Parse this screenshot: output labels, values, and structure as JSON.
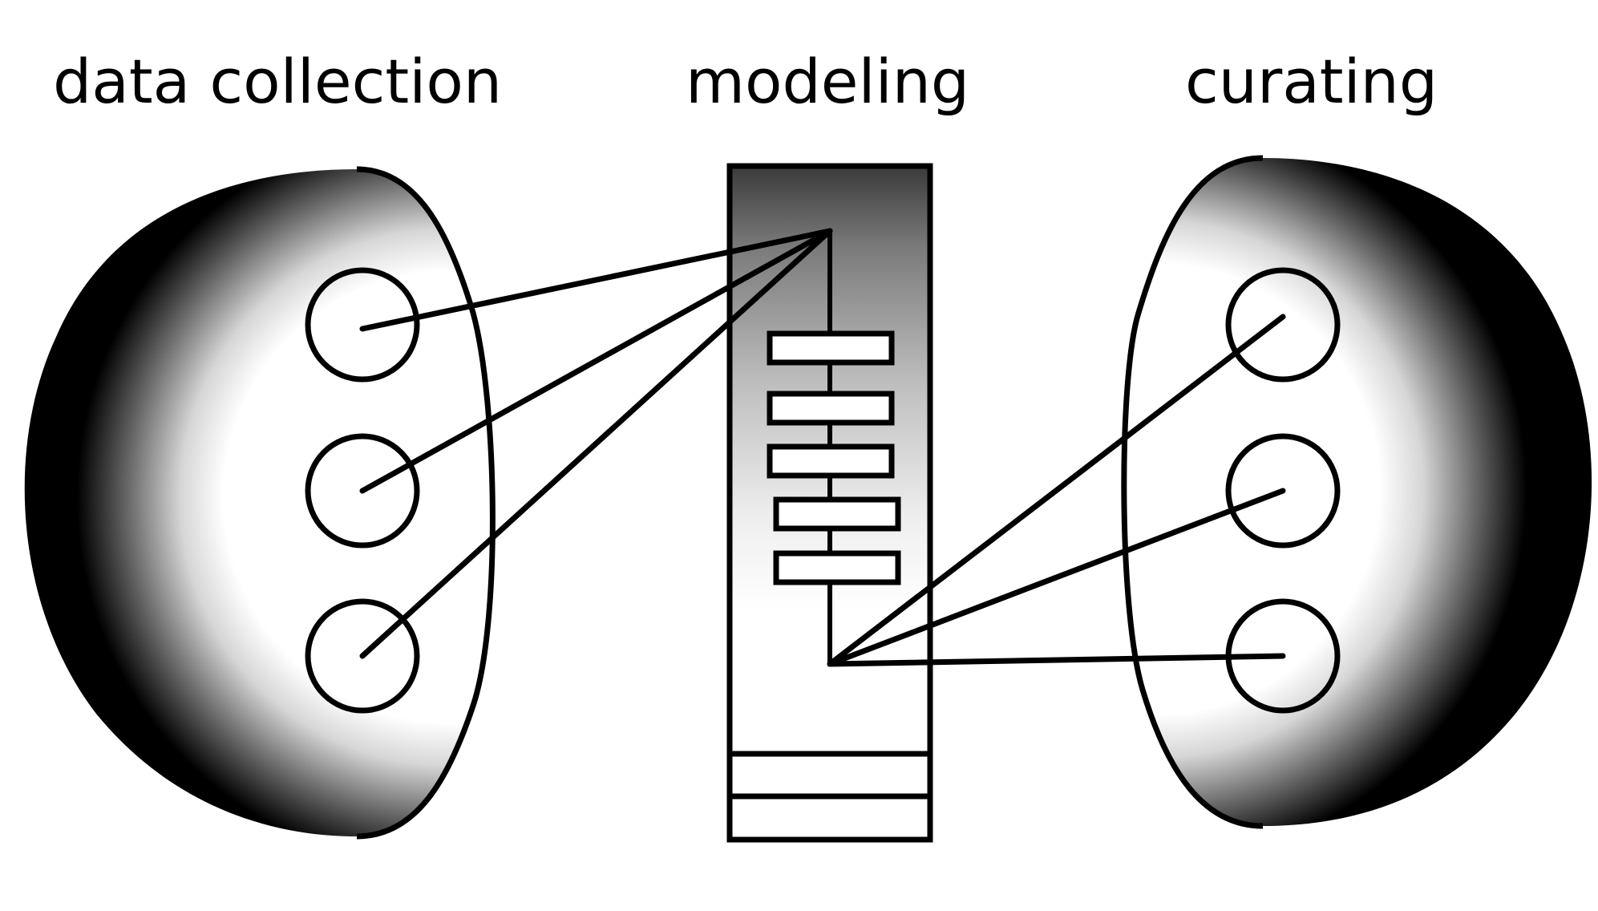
{
  "diagram": {
    "stages": [
      {
        "id": "data-collection",
        "label": "data collection",
        "nodes": 3
      },
      {
        "id": "modeling",
        "label": "modeling",
        "layers": 5,
        "footer_rows": 2
      },
      {
        "id": "curating",
        "label": "curating",
        "nodes": 3
      }
    ],
    "colors": {
      "stroke": "#000000",
      "background": "#ffffff",
      "gradient_dark": "#000000",
      "gradient_light": "#ffffff"
    }
  }
}
